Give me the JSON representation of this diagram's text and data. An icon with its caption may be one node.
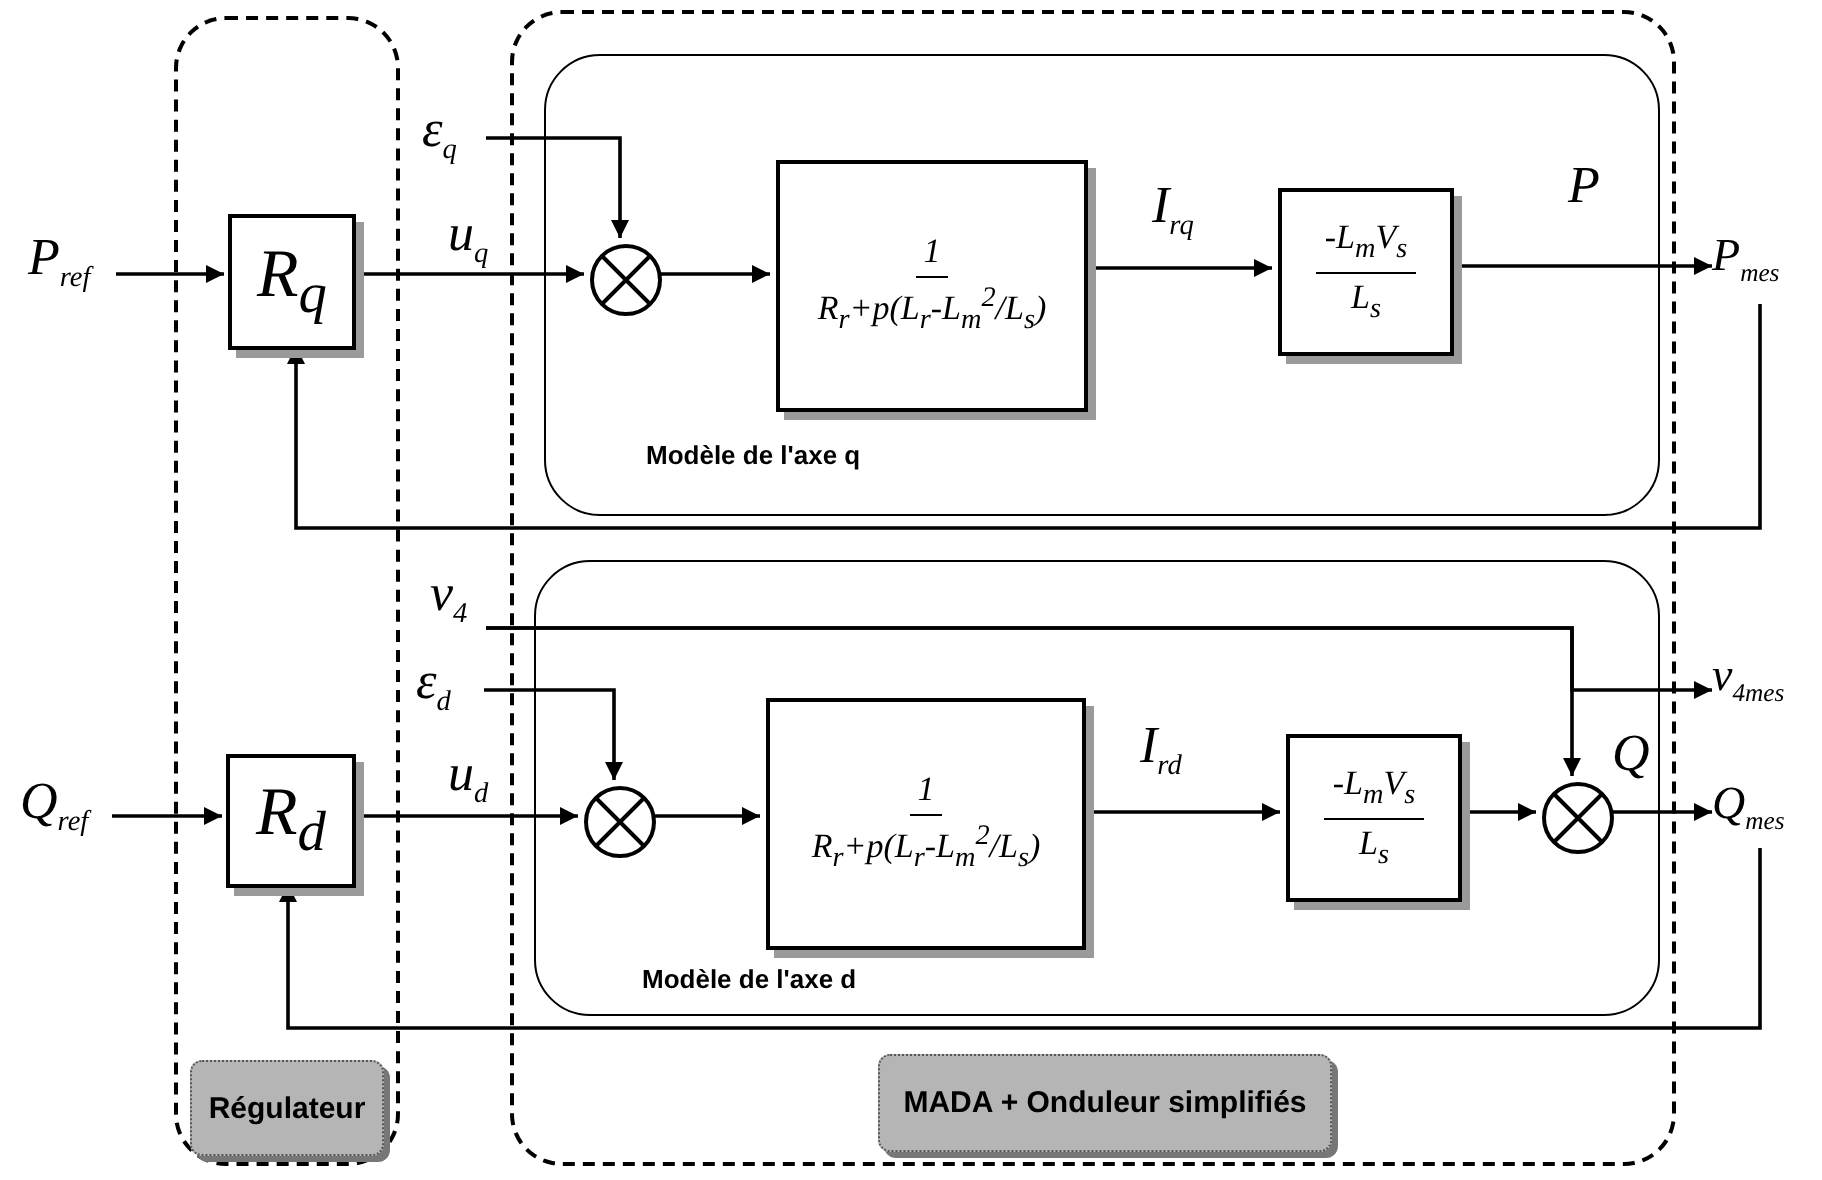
{
  "diagram": {
    "nodes": [
      {
        "text": [
          "Régulateur"
        ]
      },
      {
        "text": [
          "R$_{q}$"
        ],
        "in": 0
      },
      {
        "text": [
          "R$_{d}$"
        ],
        "in": 0
      },
      {
        "text": [
          "MADA + Onduleur simplifiés"
        ]
      },
      {
        "text": [
          "Modèle de l'axe q"
        ],
        "in": 3
      },
      {
        "text": [],
        "shape": "circle",
        "in": 4
      },
      {
        "text": [
          "1",
          "R$_{r}$+p(L$_{r}$-L$_{m}$$^{2}$/L$_{s}$)"
        ],
        "in": 4
      },
      {
        "text": [
          "-L$_{m}$V$_{s}$",
          "L$_{s}$"
        ],
        "in": 4
      },
      {
        "text": [
          "Modèle de l'axe d"
        ],
        "in": 3
      },
      {
        "text": [],
        "shape": "circle",
        "in": 8
      },
      {
        "text": [
          "1",
          "R$_{r}$+p(L$_{r}$-L$_{m}$$^{2}$/L$_{s}$)"
        ],
        "in": 8
      },
      {
        "text": [
          "-L$_{m}$V$_{s}$",
          "L$_{s}$"
        ],
        "in": 8
      },
      {
        "text": [],
        "shape": "circle",
        "in": 8
      },
      {
        "text": [
          "P$_{ref}$"
        ]
      },
      {
        "text": [
          "Q$_{ref}$"
        ]
      },
      {
        "text": [
          "ε$_{q}$"
        ]
      },
      {
        "text": [
          "ε$_{d}$"
        ]
      },
      {
        "text": [
          "v$_{4}$"
        ]
      },
      {
        "text": [
          "P$_{mes}$"
        ]
      },
      {
        "text": [
          "v$_{4mes}$"
        ]
      },
      {
        "text": [
          "Q$_{mes}$"
        ]
      }
    ],
    "edges": [
      {
        "from": 13,
        "to": 1,
        "arrow": "to"
      },
      {
        "from": 1,
        "to": 5,
        "arrow": "to",
        "label": "u$_{q}$"
      },
      {
        "from": 15,
        "to": 5,
        "arrow": "to"
      },
      {
        "from": 5,
        "to": 6,
        "arrow": "to"
      },
      {
        "from": 6,
        "to": 7,
        "arrow": "to",
        "label": "I$_{rq}$"
      },
      {
        "from": 7,
        "to": 18,
        "arrow": "to",
        "label": "P"
      },
      {
        "from": 18,
        "to": 1,
        "arrow": "to"
      },
      {
        "from": 14,
        "to": 2,
        "arrow": "to"
      },
      {
        "from": 2,
        "to": 9,
        "arrow": "to",
        "label": "u$_{d}$"
      },
      {
        "from": 16,
        "to": 9,
        "arrow": "to"
      },
      {
        "from": 9,
        "to": 10,
        "arrow": "to"
      },
      {
        "from": 10,
        "to": 11,
        "arrow": "to",
        "label": "I$_{rd}$"
      },
      {
        "from": 11,
        "to": 12,
        "arrow": "to"
      },
      {
        "from": 12,
        "to": 20,
        "arrow": "to",
        "label": "Q"
      },
      {
        "from": 20,
        "to": 2,
        "arrow": "to"
      },
      {
        "from": 17,
        "to": 12,
        "arrow": "to"
      },
      {
        "from": 17,
        "to": 19,
        "arrow": "to"
      }
    ]
  }
}
